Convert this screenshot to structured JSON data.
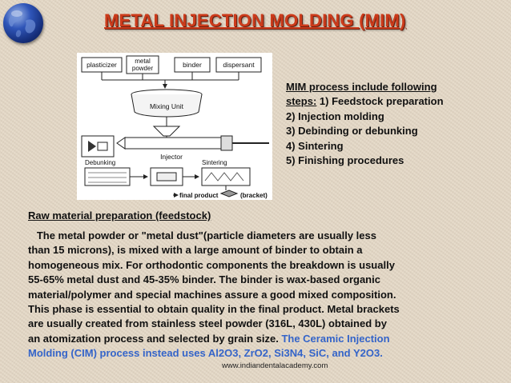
{
  "title": "METAL INJECTION MOLDING (MIM)",
  "logo": {
    "icon": "globe-icon"
  },
  "diagram": {
    "materials": [
      "plasticizer",
      "metal\npowder",
      "binder",
      "dispersant"
    ],
    "materials_line1": [
      "plasticizer",
      "metal",
      "binder",
      "dispersant"
    ],
    "materials_line2": [
      "",
      "powder",
      "",
      ""
    ],
    "mixing_unit": "Mixing Unit",
    "injector": "Injector",
    "debunking": "Debunking",
    "sintering": "Sintering",
    "final_product": "final product",
    "bracket": "(bracket)"
  },
  "steps": {
    "line1": "MIM process include following",
    "line2_underlined": "steps:",
    "line2_rest": " 1) Feedstock preparation",
    "items": [
      "2) Injection molding",
      "3) Debinding or debunking",
      "4) Sintering",
      "5) Finishing procedures"
    ]
  },
  "raw_material": {
    "heading": "Raw material preparation (feedstock)",
    "lines": [
      "   The metal powder or \"metal dust\"(particle diameters are usually less",
      "than 15 microns), is mixed with a large amount of binder to obtain a",
      "homogeneous mix. For orthodontic components the breakdown is usually",
      "55-65% metal dust and 45-35% binder. The binder is wax-based organic",
      "material/polymer and special machines assure a good mixed composition.",
      "This phase is essential to obtain quality in the final product. Metal brackets",
      "are usually created from stainless steel powder (316L, 430L) obtained by"
    ],
    "line8_black": "an atomization process and selected by grain size. ",
    "line8_blue": "The Ceramic Injection",
    "line9_blue": "Molding (CIM) process instead uses Al2O3, ZrO2, Si3N4, SiC, and Y2O3."
  },
  "footer": "www.indiandentalacademy.com",
  "colors": {
    "title": "#cc3b1b",
    "accent_blue": "#3464c9",
    "background": "#e4d8c6"
  }
}
